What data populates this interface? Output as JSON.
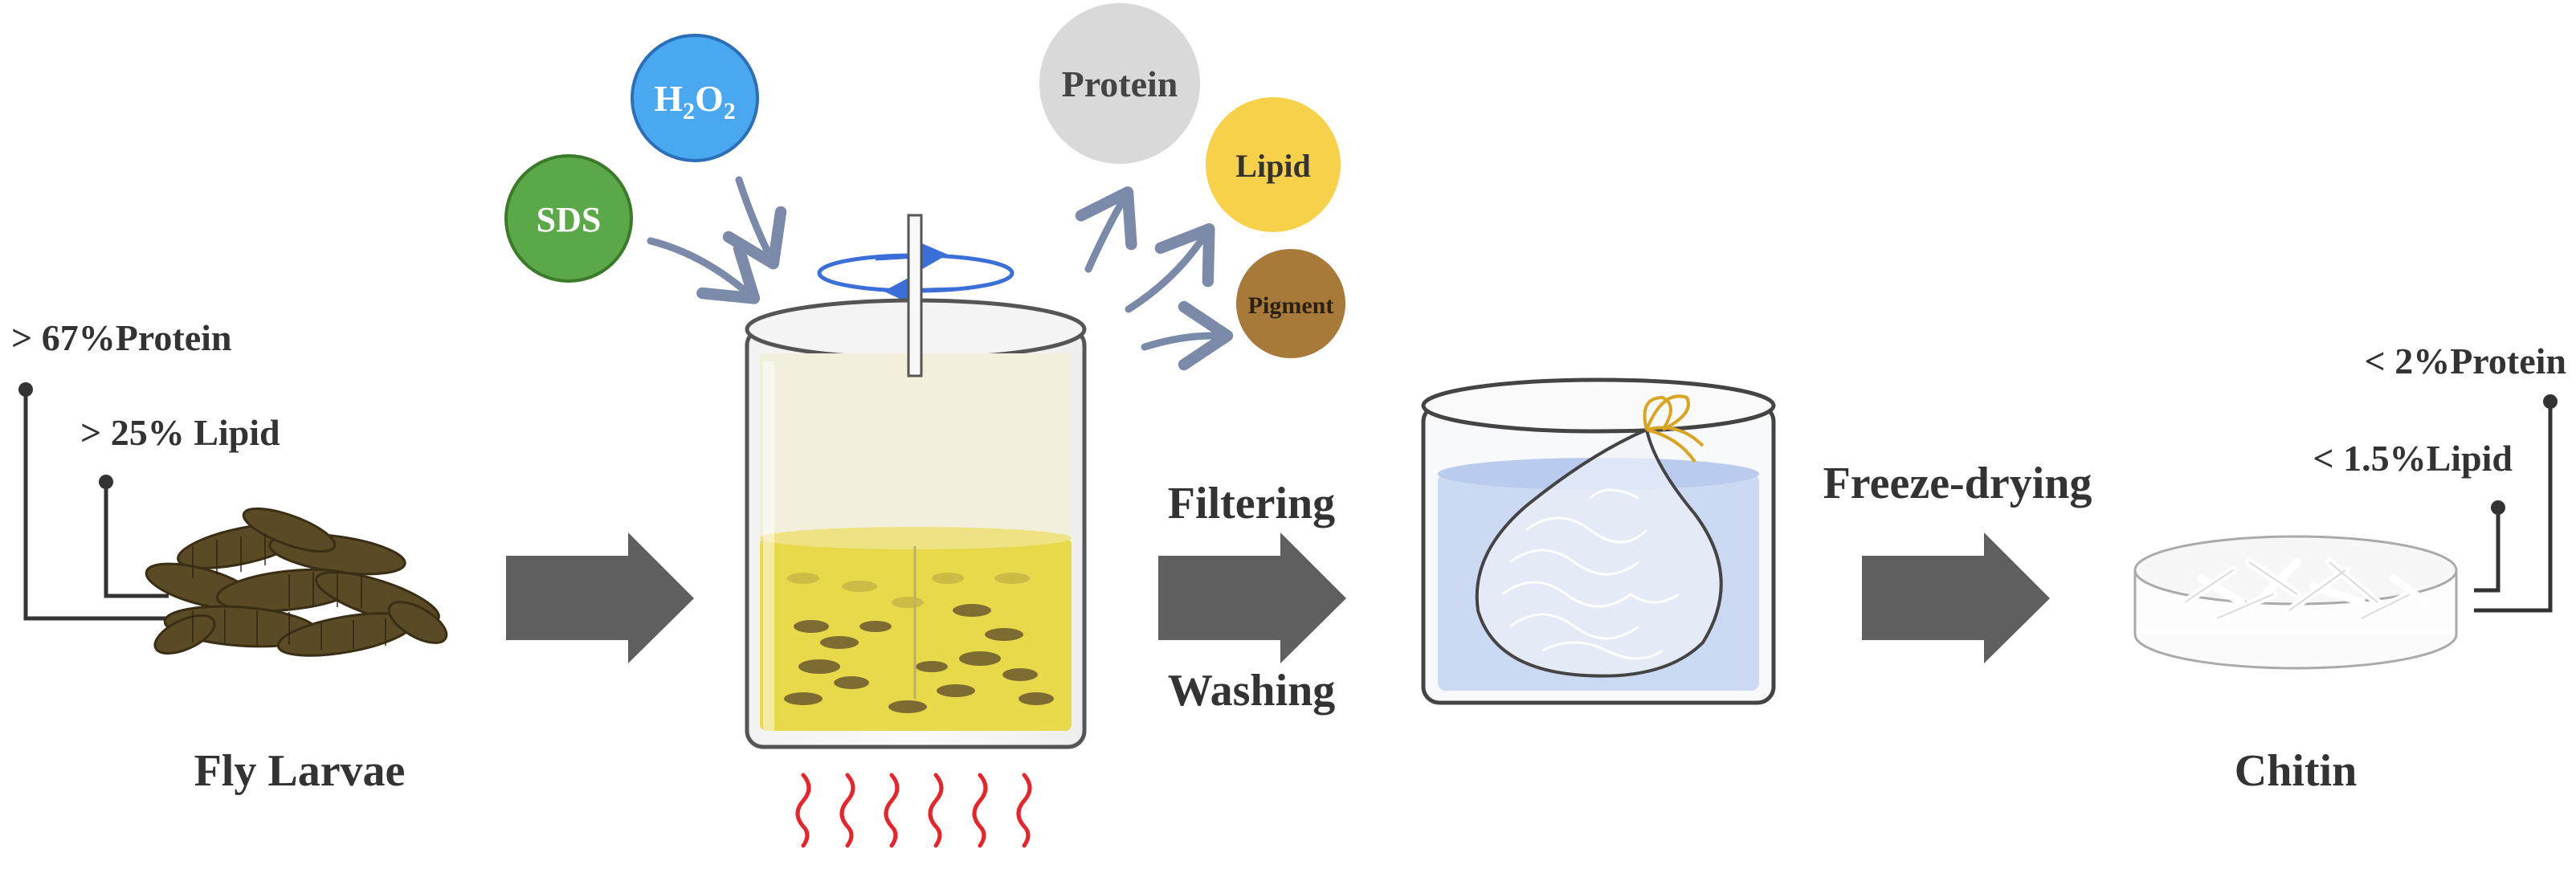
{
  "labels": {
    "fly_larvae": "Fly Larvae",
    "chitin": "Chitin",
    "filtering": "Filtering",
    "washing": "Washing",
    "freeze_drying": "Freeze-drying"
  },
  "reagents": {
    "h2o2_main": "H",
    "h2o2_sub1": "2",
    "h2o2_mid": "O",
    "h2o2_sub2": "2",
    "sds": "SDS"
  },
  "outputs": {
    "protein": "Protein",
    "lipid": "Lipid",
    "pigment": "Pigment"
  },
  "composition_before": {
    "protein": "> 67%Protein",
    "lipid": "> 25% Lipid"
  },
  "composition_after": {
    "protein": "< 2%Protein",
    "lipid": "< 1.5%Lipid"
  },
  "colors": {
    "arrow_gray": "#5f5f5f",
    "curve_arrow": "#7a8aa8",
    "sds_green": "#5aa847",
    "h2o2_blue": "#4aa8f0",
    "protein_gray": "#d9d9d9",
    "lipid_yellow": "#f7d14a",
    "pigment_brown": "#a87a3a",
    "solution_yellow": "#e8d94a",
    "water_blue": "#cbd9f2",
    "heat_red": "#e8242a",
    "larvae_brown": "#5a4a25"
  }
}
